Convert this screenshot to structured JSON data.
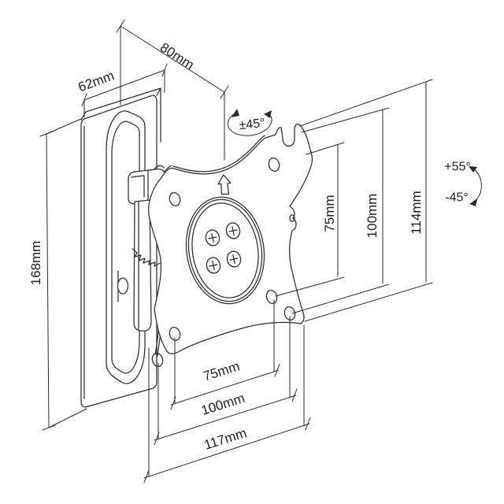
{
  "diagram": {
    "subject": "tilt-and-rotate TV wall mount bracket technical drawing",
    "background_color": "#ffffff",
    "line_color": "#2b2b2b",
    "labels": {
      "depth": "80mm",
      "wall_plate_width": "62mm",
      "wall_plate_height": "168mm",
      "rotation_range": "±45°",
      "tilt_up": "+55°",
      "tilt_down": "-45°",
      "vesa_height_75": "75mm",
      "vesa_height_100": "100mm",
      "bracket_height": "114mm",
      "vesa_width_75": "75mm",
      "vesa_width_100": "100mm",
      "bracket_width": "117mm"
    }
  }
}
